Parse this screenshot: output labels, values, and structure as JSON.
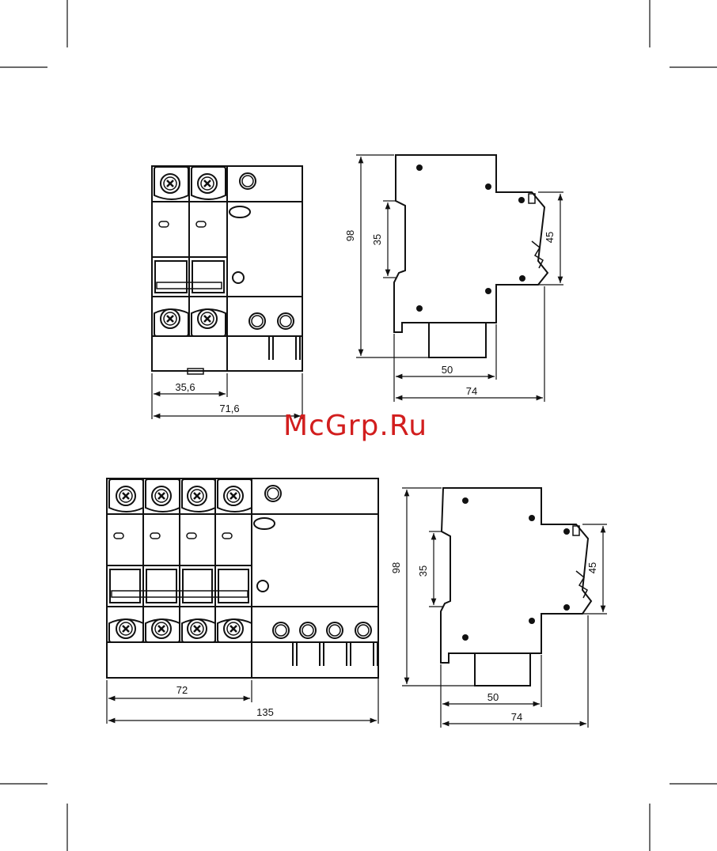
{
  "watermark": "McGrp.Ru",
  "diagram_top": {
    "front": {
      "dim_pole_width": "35,6",
      "dim_total_width": "71,6"
    },
    "side": {
      "dim_height": "98",
      "dim_rail": "35",
      "dim_front": "45",
      "dim_depth_front": "50",
      "dim_depth_total": "74"
    }
  },
  "diagram_bottom": {
    "front": {
      "dim_pole_width": "72",
      "dim_total_width": "135"
    },
    "side": {
      "dim_height": "98",
      "dim_rail": "35",
      "dim_front": "45",
      "dim_depth_front": "50",
      "dim_depth_total": "74"
    }
  },
  "colors": {
    "line": "#111111",
    "watermark": "#d21e1e"
  }
}
